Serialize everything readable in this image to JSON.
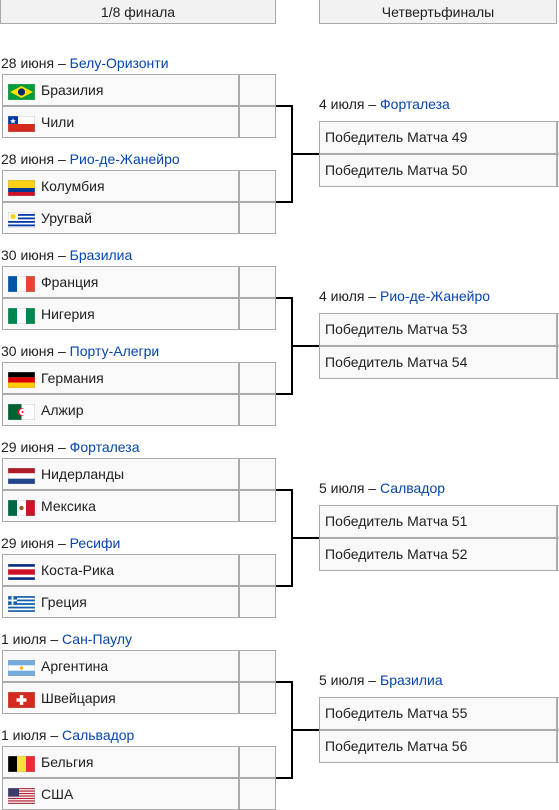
{
  "headers": {
    "round16": "1/8 финала",
    "quarterfinals": "Четвертьфиналы"
  },
  "matches": [
    {
      "date": "28 июня – ",
      "venue": "Белу-Оризонти",
      "teams": [
        {
          "name": "Бразилия",
          "flag": "brazil-flag"
        },
        {
          "name": "Чили",
          "flag": "chile-flag"
        }
      ]
    },
    {
      "date": "28 июня – ",
      "venue": "Рио-де-Жанейро",
      "teams": [
        {
          "name": "Колумбия",
          "flag": "colombia-flag"
        },
        {
          "name": "Уругвай",
          "flag": "uruguay-flag"
        }
      ]
    },
    {
      "date": "30 июня – ",
      "venue": "Бразилиа",
      "teams": [
        {
          "name": "Франция",
          "flag": "france-flag"
        },
        {
          "name": "Нигерия",
          "flag": "nigeria-flag"
        }
      ]
    },
    {
      "date": "30 июня – ",
      "venue": "Порту-Алегри",
      "teams": [
        {
          "name": "Германия",
          "flag": "germany-flag"
        },
        {
          "name": "Алжир",
          "flag": "algeria-flag"
        }
      ]
    },
    {
      "date": "29 июня – ",
      "venue": "Форталеза",
      "teams": [
        {
          "name": "Нидерланды",
          "flag": "netherlands-flag"
        },
        {
          "name": "Мексика",
          "flag": "mexico-flag"
        }
      ]
    },
    {
      "date": "29 июня – ",
      "venue": "Ресифи",
      "teams": [
        {
          "name": "Коста-Рика",
          "flag": "costa-rica-flag"
        },
        {
          "name": "Греция",
          "flag": "greece-flag"
        }
      ]
    },
    {
      "date": "1 июля – ",
      "venue": "Сан-Паулу",
      "teams": [
        {
          "name": "Аргентина",
          "flag": "argentina-flag"
        },
        {
          "name": "Швейцария",
          "flag": "switzerland-flag"
        }
      ]
    },
    {
      "date": "1 июля – ",
      "venue": "Сальвадор",
      "teams": [
        {
          "name": "Бельгия",
          "flag": "belgium-flag"
        },
        {
          "name": "США",
          "flag": "usa-flag"
        }
      ]
    }
  ],
  "quarterfinals": [
    {
      "date": "4 июля – ",
      "venue": "Форталеза",
      "slots": [
        "Победитель Матча 49",
        "Победитель Матча 50"
      ]
    },
    {
      "date": "4 июля – ",
      "venue": "Рио-де-Жанейро",
      "slots": [
        "Победитель Матча 53",
        "Победитель Матча 54"
      ]
    },
    {
      "date": "5 июля – ",
      "venue": "Салвадор",
      "slots": [
        "Победитель Матча 51",
        "Победитель Матча 52"
      ]
    },
    {
      "date": "5 июля – ",
      "venue": "Бразилиа",
      "slots": [
        "Победитель Матча 55",
        "Победитель Матча 56"
      ]
    }
  ]
}
